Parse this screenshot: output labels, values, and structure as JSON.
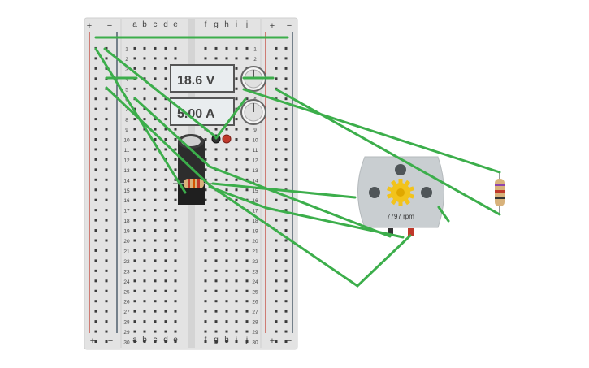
{
  "breadboard": {
    "col_letters_left": [
      "a",
      "b",
      "c",
      "d",
      "e"
    ],
    "col_letters_right": [
      "f",
      "g",
      "h",
      "i",
      "j"
    ],
    "plus_symbol": "+",
    "minus_symbol": "−",
    "row_count": 30
  },
  "power_supply": {
    "voltage_display": "18.6 V",
    "current_display": "5.00 A"
  },
  "motor": {
    "rpm_label": "7797 rpm"
  },
  "colors": {
    "wire": "#3cae4b",
    "rail_red": "#c0392b",
    "rail_blue": "#2c3e50",
    "breadboard": "#e3e3e3",
    "motor_body": "#c9ced1",
    "gear": "#f2c31b"
  }
}
